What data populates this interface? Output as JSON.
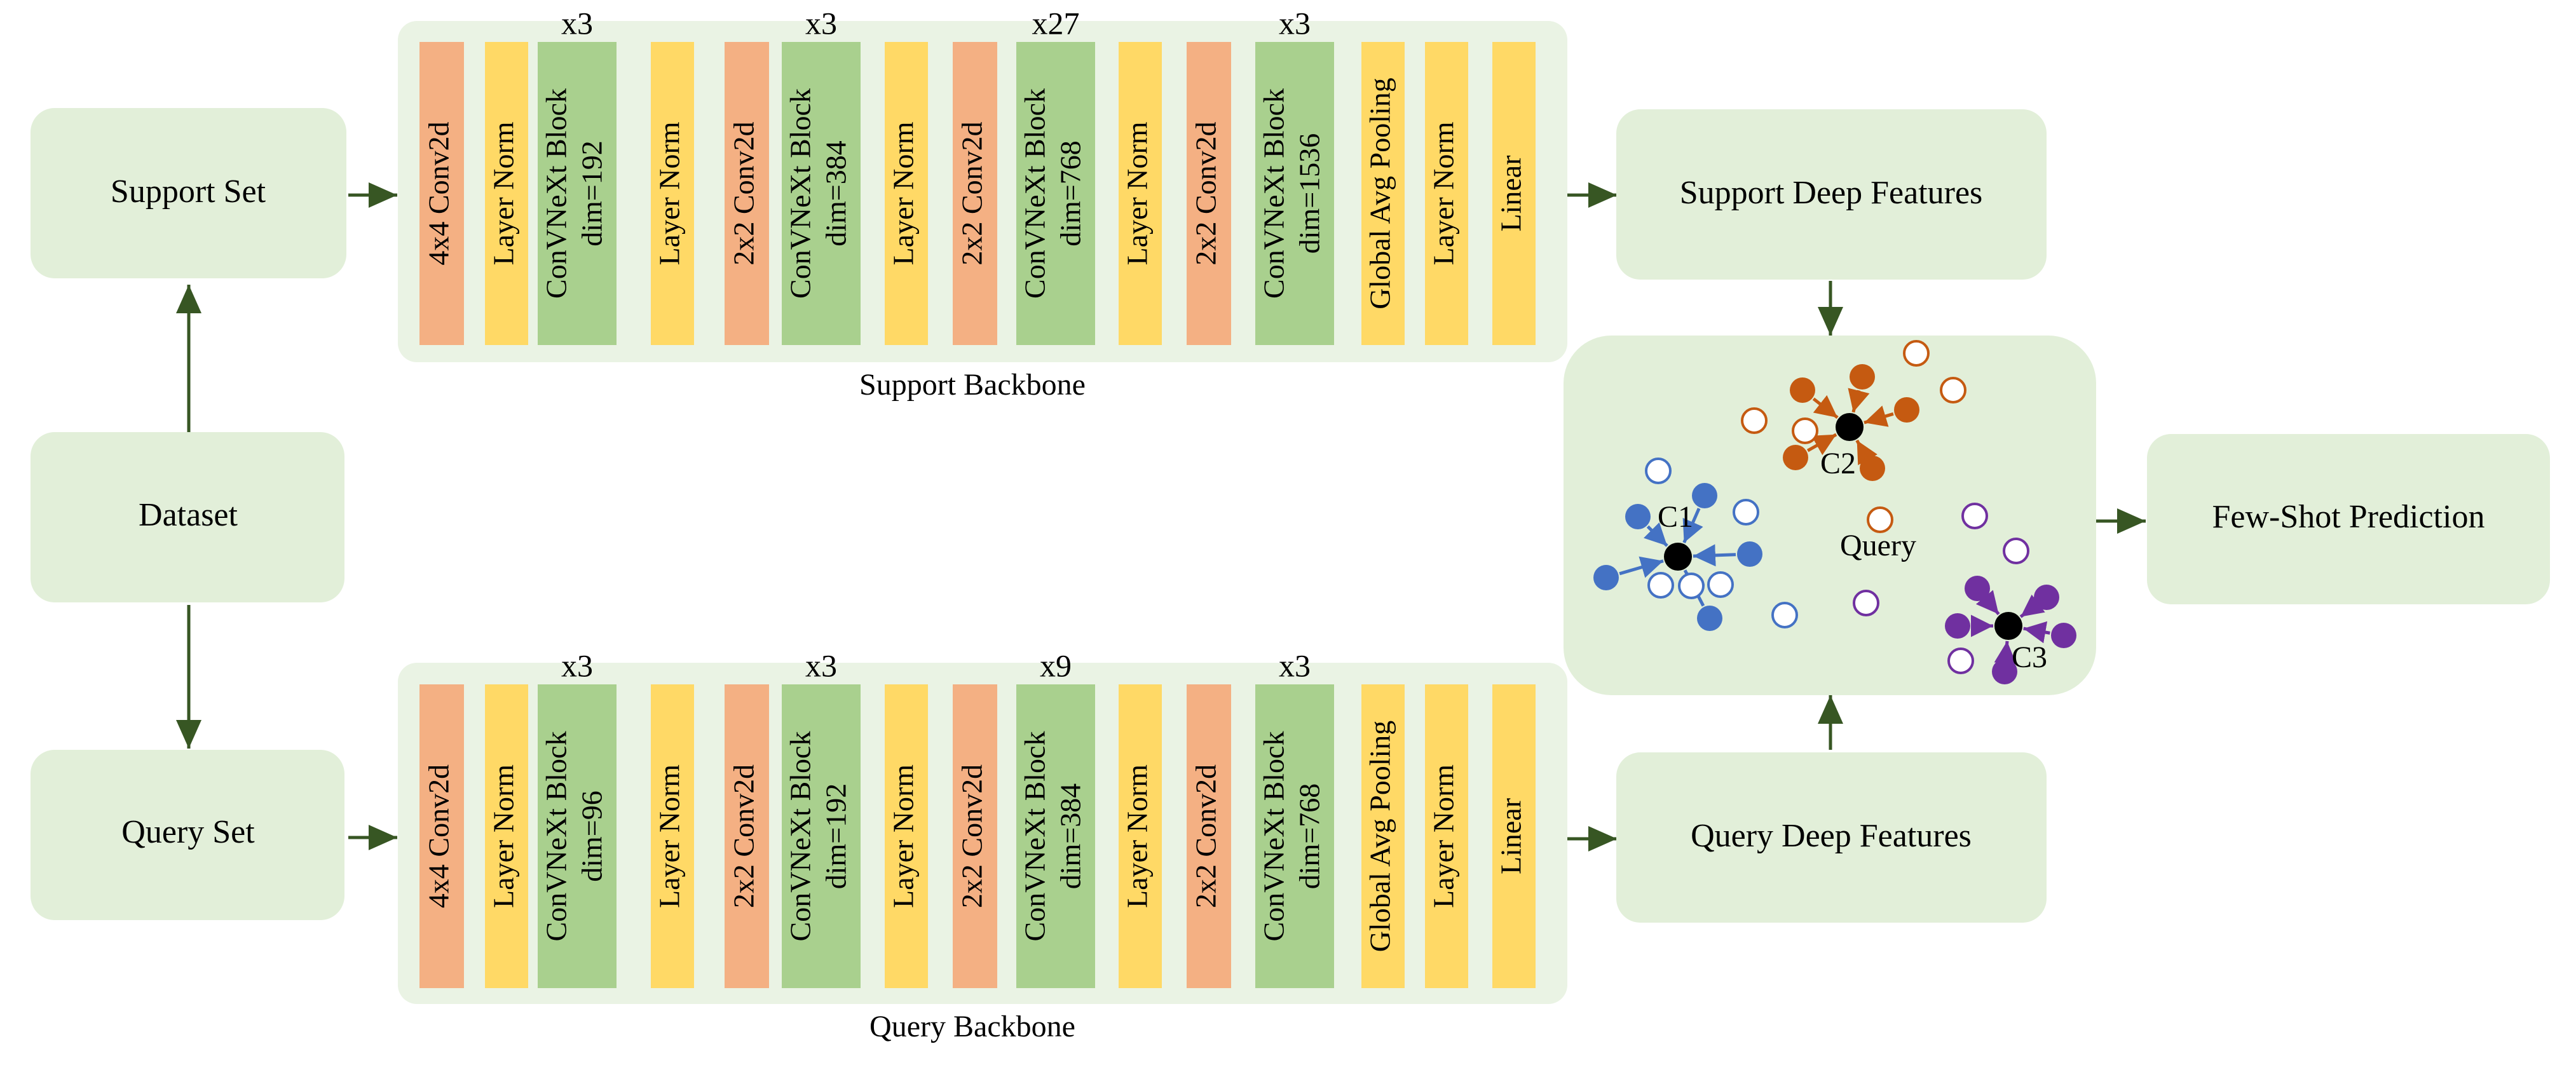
{
  "colors": {
    "box_fill": "#e2efd9",
    "backbone_fill": "#eaf3e4",
    "cluster_fill": "#e2efd9",
    "conv": "#f4b083",
    "norm": "#ffd966",
    "block": "#a9d08e",
    "arrow": "#375623",
    "blue": "#4472c4",
    "orange": "#c55a11",
    "purple": "#7030a0",
    "center": "#000000"
  },
  "nodes": {
    "dataset": "Dataset",
    "support_set": "Support Set",
    "query_set": "Query Set",
    "support_features": "Support Deep Features",
    "query_features": "Query Deep Features",
    "prediction": "Few-Shot Prediction"
  },
  "support_backbone": {
    "caption": "Support Backbone",
    "layers": [
      {
        "type": "conv",
        "lines": [
          "4x4 Conv2d"
        ]
      },
      {
        "type": "norm",
        "lines": [
          "Layer Norm"
        ]
      },
      {
        "type": "block",
        "lines": [
          "ConVNeXt Block",
          "dim=192"
        ],
        "repeat": "x3"
      },
      {
        "type": "norm",
        "lines": [
          "Layer Norm"
        ]
      },
      {
        "type": "conv",
        "lines": [
          "2x2 Conv2d"
        ]
      },
      {
        "type": "block",
        "lines": [
          "ConVNeXt Block",
          "dim=384"
        ],
        "repeat": "x3"
      },
      {
        "type": "norm",
        "lines": [
          "Layer Norm"
        ]
      },
      {
        "type": "conv",
        "lines": [
          "2x2 Conv2d"
        ]
      },
      {
        "type": "block",
        "lines": [
          "ConVNeXt Block",
          "dim=768"
        ],
        "repeat": "x27"
      },
      {
        "type": "norm",
        "lines": [
          "Layer Norm"
        ]
      },
      {
        "type": "conv",
        "lines": [
          "2x2 Conv2d"
        ]
      },
      {
        "type": "block",
        "lines": [
          "ConVNeXt Block",
          "dim=1536"
        ],
        "repeat": "x3"
      },
      {
        "type": "norm",
        "lines": [
          "Global Avg Pooling"
        ]
      },
      {
        "type": "norm",
        "lines": [
          "Layer Norm"
        ]
      },
      {
        "type": "norm",
        "lines": [
          "Linear"
        ]
      }
    ]
  },
  "query_backbone": {
    "caption": "Query Backbone",
    "layers": [
      {
        "type": "conv",
        "lines": [
          "4x4 Conv2d"
        ]
      },
      {
        "type": "norm",
        "lines": [
          "Layer Norm"
        ]
      },
      {
        "type": "block",
        "lines": [
          "ConVNeXt Block",
          "dim=96"
        ],
        "repeat": "x3"
      },
      {
        "type": "norm",
        "lines": [
          "Layer Norm"
        ]
      },
      {
        "type": "conv",
        "lines": [
          "2x2 Conv2d"
        ]
      },
      {
        "type": "block",
        "lines": [
          "ConVNeXt Block",
          "dim=192"
        ],
        "repeat": "x3"
      },
      {
        "type": "norm",
        "lines": [
          "Layer Norm"
        ]
      },
      {
        "type": "conv",
        "lines": [
          "2x2 Conv2d"
        ]
      },
      {
        "type": "block",
        "lines": [
          "ConVNeXt Block",
          "dim=384"
        ],
        "repeat": "x9"
      },
      {
        "type": "norm",
        "lines": [
          "Layer Norm"
        ]
      },
      {
        "type": "conv",
        "lines": [
          "2x2 Conv2d"
        ]
      },
      {
        "type": "block",
        "lines": [
          "ConVNeXt Block",
          "dim=768"
        ],
        "repeat": "x3"
      },
      {
        "type": "norm",
        "lines": [
          "Global Avg Pooling"
        ]
      },
      {
        "type": "norm",
        "lines": [
          "Layer Norm"
        ]
      },
      {
        "type": "norm",
        "lines": [
          "Linear"
        ]
      }
    ]
  },
  "cluster": {
    "query_label": "Query",
    "centers": [
      {
        "label": "C1",
        "color": "blue"
      },
      {
        "label": "C2",
        "color": "orange"
      },
      {
        "label": "C3",
        "color": "purple"
      }
    ]
  }
}
